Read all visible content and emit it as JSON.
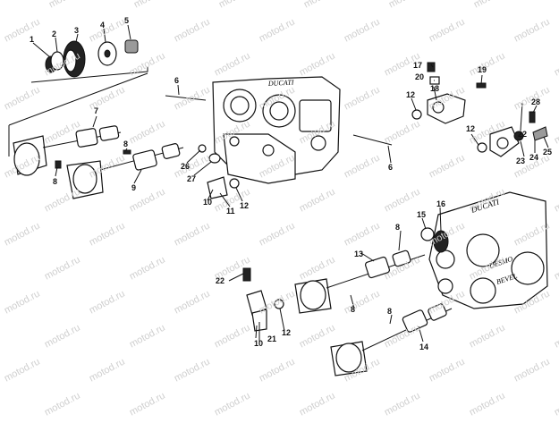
{
  "watermark_text": "motod.ru",
  "callouts": [
    "1",
    "2",
    "3",
    "4",
    "5",
    "6",
    "7",
    "8",
    "9",
    "10",
    "11",
    "12",
    "13",
    "14",
    "15",
    "16",
    "17",
    "18",
    "19",
    "20",
    "21",
    "22",
    "23",
    "24",
    "25",
    "26",
    "27",
    "28"
  ],
  "engraved_text": [
    "DUCATI",
    "DESMO",
    "BEVEL"
  ]
}
